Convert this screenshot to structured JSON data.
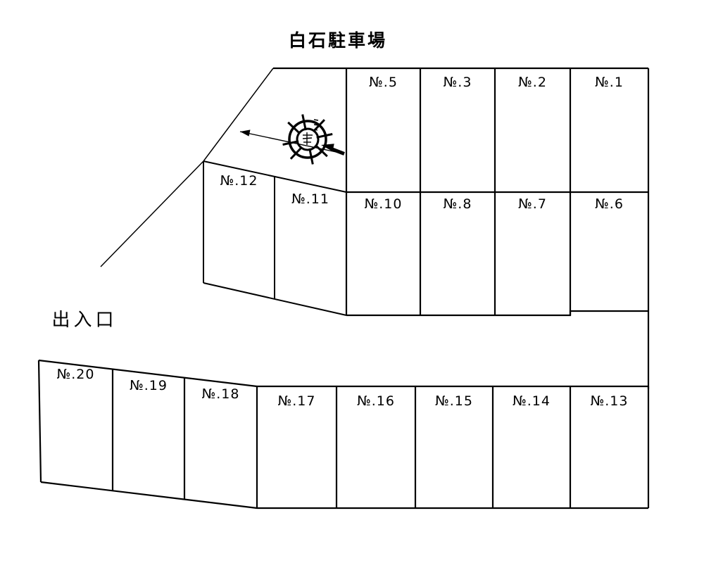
{
  "title": "白石駐車場",
  "entrance": {
    "label": "出入口"
  },
  "rows": {
    "top_row": [
      "№.5",
      "№.3",
      "№.2",
      "№.1"
    ],
    "second_row": [
      "№.10",
      "№.8",
      "№.7",
      "№.6"
    ],
    "slant_block": [
      "№.12",
      "№.11"
    ],
    "bottom_row": [
      "№.20",
      "№.19",
      "№.18",
      "№.17",
      "№.16",
      "№.15",
      "№.14",
      "№.13"
    ]
  },
  "icons": {
    "wheel_stamp": "ship-wheel-stamp-icon",
    "direction_arrow": "double-left-arrow-icon"
  },
  "colors": {
    "line": "#000000",
    "background": "#ffffff",
    "text": "#000000"
  }
}
